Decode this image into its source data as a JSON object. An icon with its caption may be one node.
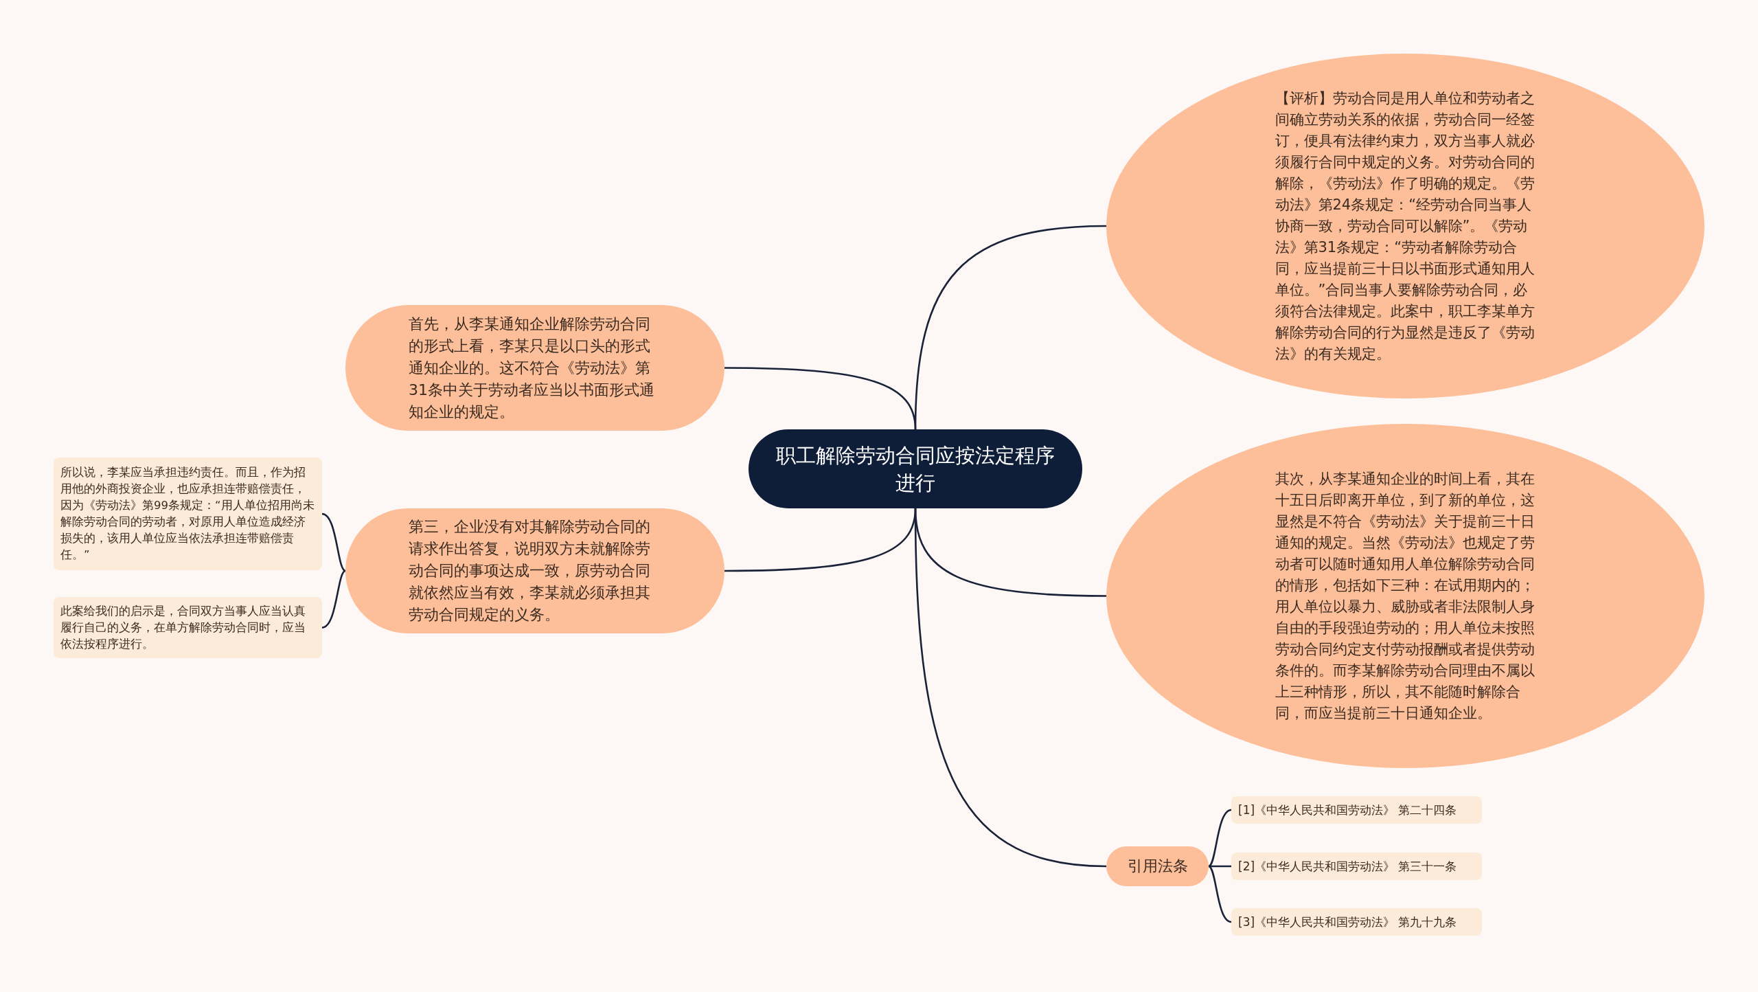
{
  "diagram": {
    "nodes": [
      {
        "text": [
          "职工解除劳动合同应按法定程序进行"
        ]
      },
      {
        "text": [
          "【评析】劳动合同是用人单位和劳动者之间确立劳动关系的依据，劳动合同一经签订，便具有法律约束力，双方当事人就必须履行合同中规定的义务。对劳动合同的解除，《劳动法》作了明确的规定。《劳动法》第24条规定：“经劳动合同当事人协商一致，劳动合同可以解除”。《劳动法》第31条规定：“劳动者解除劳动合同，应当提前三十日以书面形式通知用人单位。”合同当事人要解除劳动合同，必须符合法律规定。此案中，职工李某单方解除劳动合同的行为显然是违反了《劳动法》的有关规定。"
        ]
      },
      {
        "text": [
          "其次，从李某通知企业的时间上看，其在十五日后即离开单位，到了新的单位，这显然是不符合《劳动法》关于提前三十日通知的规定。当然《劳动法》也规定了劳动者可以随时通知用人单位解除劳动合同的情形，包括如下三种：在试用期内的；用人单位以暴力、威胁或者非法限制人身自由的手段强迫劳动的；用人单位未按照劳动合同约定支付劳动报酬或者提供劳动条件的。而李某解除劳动合同理由不属以上三种情形，所以，其不能随时解除合同，而应当提前三十日通知企业。"
        ]
      },
      {
        "text": [
          "引用法条"
        ]
      },
      {
        "text": [
          "[1]《中华人民共和国劳动法》 第二十四条"
        ]
      },
      {
        "text": [
          "[2]《中华人民共和国劳动法》 第三十一条"
        ]
      },
      {
        "text": [
          "[3]《中华人民共和国劳动法》 第九十九条"
        ]
      },
      {
        "text": [
          "首先，从李某通知企业解除劳动合同的形式上看，李某只是以口头的形式通知企业的。这不符合《劳动法》第31条中关于劳动者应当以书面形式通知企业的规定。"
        ]
      },
      {
        "text": [
          "第三，企业没有对其解除劳动合同的请求作出答复，说明双方未就解除劳动合同的事项达成一致，原劳动合同就依然应当有效，李某就必须承担其劳动合同规定的义务。"
        ]
      },
      {
        "text": [
          "所以说，李某应当承担违约责任。而且，作为招用他的外商投资企业，也应承担连带赔偿责任，因为《劳动法》第99条规定：“用人单位招用尚未解除劳动合同的劳动者，对原用人单位造成经济损失的，该用人单位应当依法承担连带赔偿责任。”"
        ]
      },
      {
        "text": [
          "此案给我们的启示是，合同双方当事人应当认真履行自己的义务，在单方解除劳动合同时，应当依法按程序进行。"
        ]
      }
    ],
    "edges": [
      {
        "from": 0,
        "to": 1,
        "arrow": "none"
      },
      {
        "from": 0,
        "to": 2,
        "arrow": "none"
      },
      {
        "from": 0,
        "to": 3,
        "arrow": "none"
      },
      {
        "from": 3,
        "to": 4,
        "arrow": "none"
      },
      {
        "from": 3,
        "to": 5,
        "arrow": "none"
      },
      {
        "from": 3,
        "to": 6,
        "arrow": "none"
      },
      {
        "from": 0,
        "to": 7,
        "arrow": "none"
      },
      {
        "from": 0,
        "to": 8,
        "arrow": "none"
      },
      {
        "from": 8,
        "to": 9,
        "arrow": "none"
      },
      {
        "from": 8,
        "to": 10,
        "arrow": "none"
      }
    ]
  }
}
